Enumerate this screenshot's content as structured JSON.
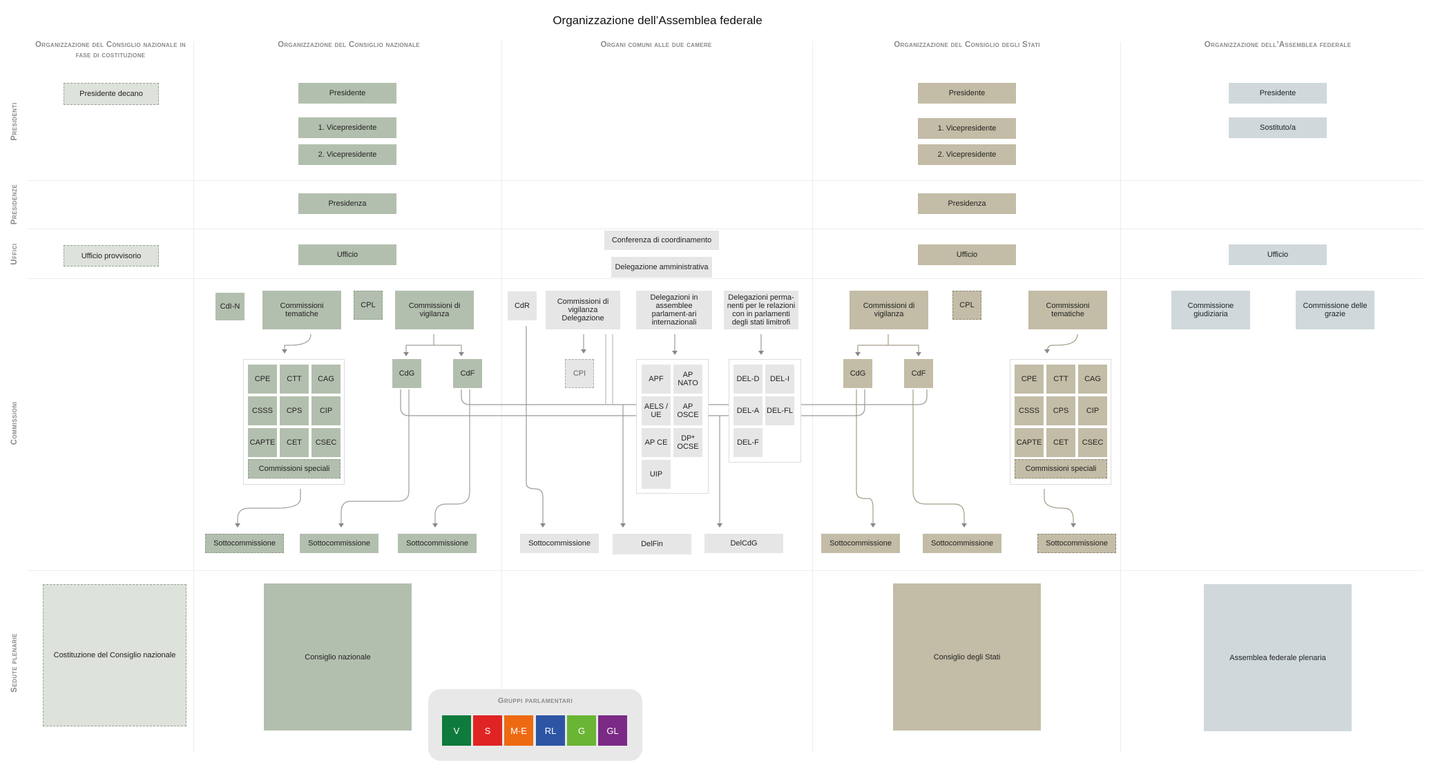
{
  "title": "Organizzazione dell’Assemblea federale",
  "columns": [
    "Organizzazione del Consiglio nazionale in fase di costituzione",
    "Organizzazione del Consiglio nazionale",
    "Organi comuni alle due camere",
    "Organizzazione del Consiglio degli Stati",
    "Organizzazione dell’Assemblea federale"
  ],
  "rows": [
    "Presidenti",
    "Presidenze",
    "Uffici",
    "Commissioni",
    "Sedute plenarie"
  ],
  "col1": {
    "president": "Presidente decano",
    "office": "Ufficio provvisorio",
    "plenary": "Costituzione del Consiglio nazionale"
  },
  "nc": {
    "president": "Presidente",
    "vp1": "1. Vicepresidente",
    "vp2": "2. Vicepresidente",
    "presidency": "Presidenza",
    "office": "Ufficio",
    "cdin": "CdI-N",
    "thematic": "Commissioni tematiche",
    "cpl": "CPL",
    "supervisory": "Commissioni di vigilanza",
    "grid": [
      "CPE",
      "CTT",
      "CAG",
      "CSSS",
      "CPS",
      "CIP",
      "CAPTE",
      "CET",
      "CSEC"
    ],
    "special": "Commissioni speciali",
    "cdg": "CdG",
    "cdf": "CdF",
    "sub1": "Sottocommissione",
    "sub2": "Sottocommissione",
    "sub3": "Sottocommissione",
    "plenary": "Consiglio nazionale"
  },
  "common": {
    "coordination": "Conferenza di coordinamento",
    "admin": "Delegazione amministrativa",
    "cdr": "CdR",
    "supdel": "Commissioni di vigilanza Delegazione",
    "cpi": "CPI",
    "intl": "Delegazioni in assemblee parlament-ari internazionali",
    "neighbour": "Delegazioni perma-nenti per le relazioni con in parlamenti degli stati limitrofi",
    "intl_grid": [
      "APF",
      "AP NATO",
      "AELS / UE",
      "AP OSCE",
      "AP CE",
      "DP* OCSE",
      "UIP"
    ],
    "nb_grid": [
      "DEL-D",
      "DEL-I",
      "DEL-A",
      "DEL-FL",
      "DEL-F"
    ],
    "sub": "Sottocommissione",
    "delfin": "DelFin",
    "delcdg": "DelCdG"
  },
  "cs": {
    "president": "Presidente",
    "vp1": "1. Vicepresidente",
    "vp2": "2. Vicepresidente",
    "presidency": "Presidenza",
    "office": "Ufficio",
    "supervisory": "Commissioni di vigilanza",
    "cpl": "CPL",
    "thematic": "Commissioni tematiche",
    "cdg": "CdG",
    "cdf": "CdF",
    "grid": [
      "CPE",
      "CTT",
      "CAG",
      "CSSS",
      "CPS",
      "CIP",
      "CAPTE",
      "CET",
      "CSEC"
    ],
    "special": "Commissioni speciali",
    "sub1": "Sottocommissione",
    "sub2": "Sottocommissione",
    "sub3": "Sottocommissione",
    "plenary": "Consiglio degli Stati"
  },
  "af": {
    "president": "Presidente",
    "substitute": "Sostituto/a",
    "office": "Ufficio",
    "judicial": "Commissione giudiziaria",
    "pardons": "Commissione delle grazie",
    "plenary": "Assemblea federale plenaria"
  },
  "groups": {
    "title": "Gruppi parlamentari",
    "items": [
      {
        "label": "V",
        "color": "#0e7a3b"
      },
      {
        "label": "S",
        "color": "#e02424"
      },
      {
        "label": "M-E",
        "color": "#ee6a12"
      },
      {
        "label": "RL",
        "color": "#2d55a4"
      },
      {
        "label": "G",
        "color": "#6ab534"
      },
      {
        "label": "GL",
        "color": "#7b2a86"
      }
    ]
  },
  "colors": {
    "nc": "#b3bfae",
    "cs": "#c3bca6",
    "af": "#d0d8db",
    "common": "#e6e6e6"
  }
}
